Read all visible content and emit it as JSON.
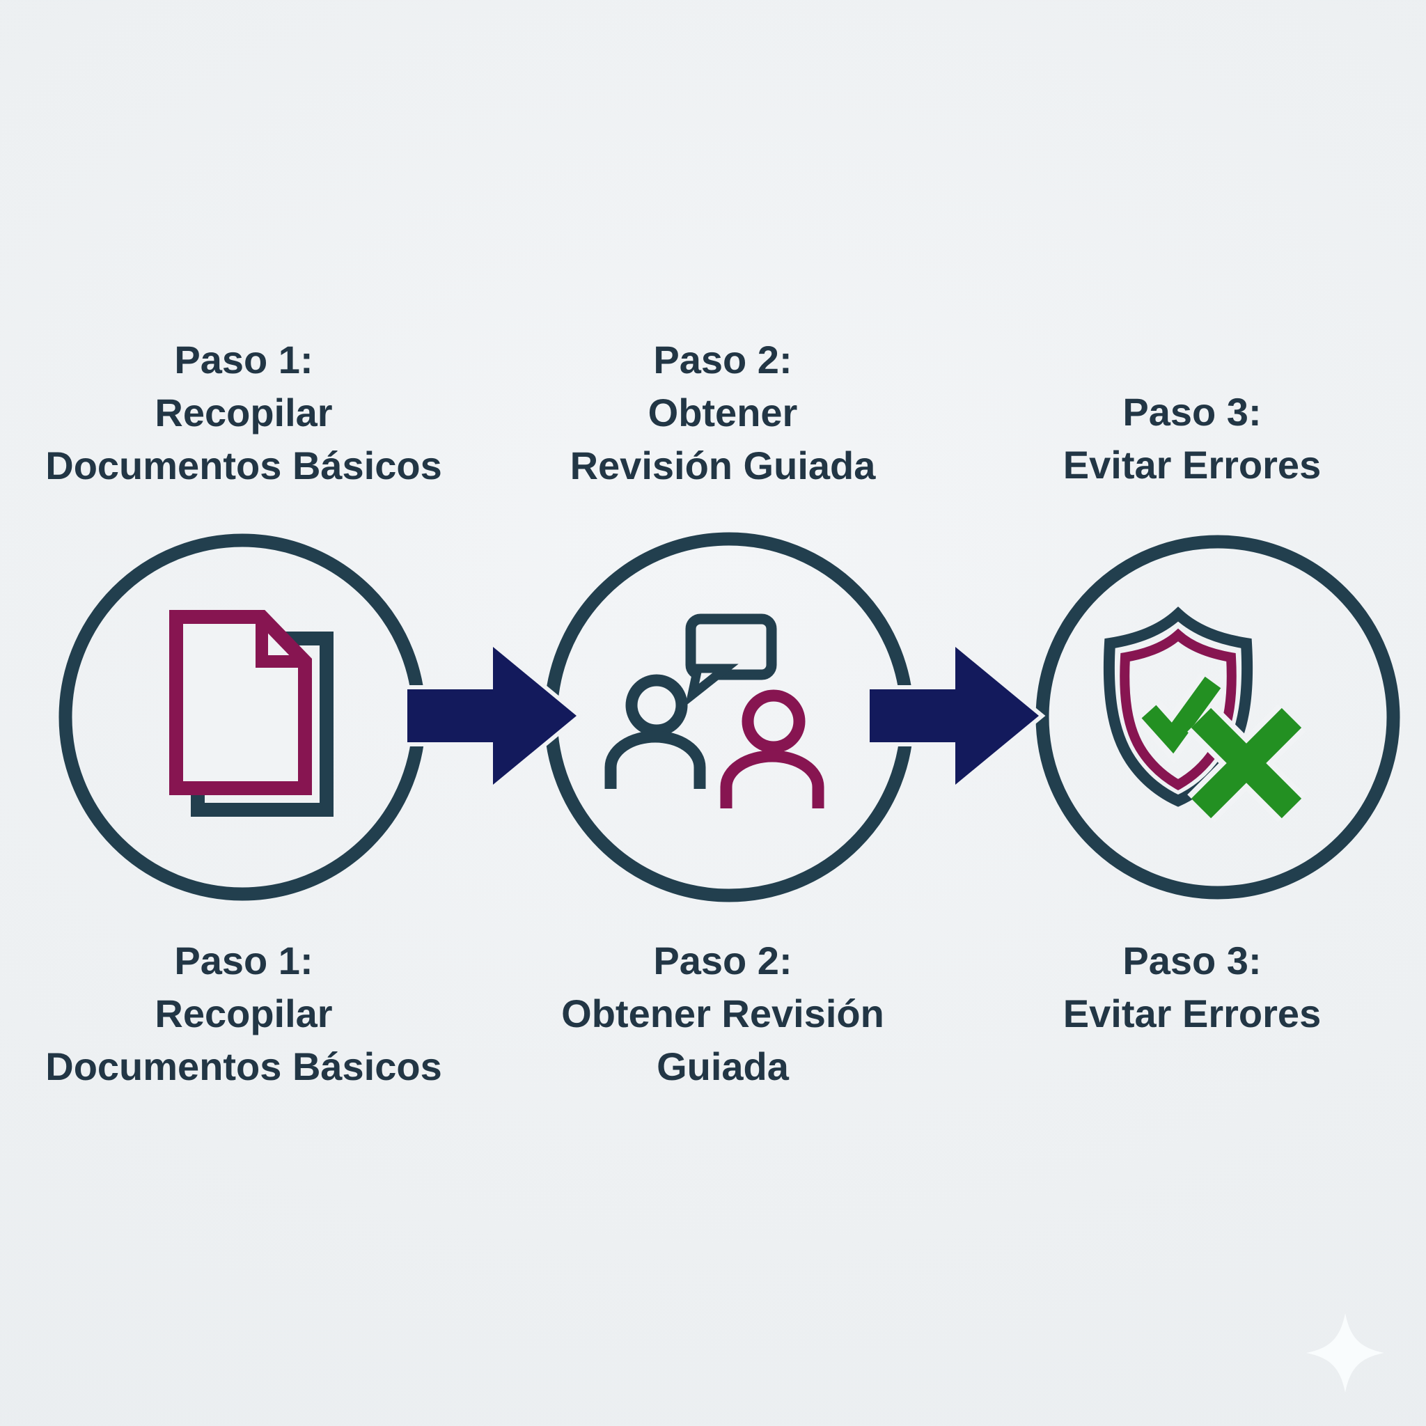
{
  "colors": {
    "background": "#edf0f2",
    "ink": "#223645",
    "slate": "#223f4e",
    "maroon": "#871551",
    "navy": "#131a5c",
    "green": "#239022",
    "halo": "#f1f3f5",
    "sparkle": "#fbfdfe"
  },
  "steps": [
    {
      "step": "1",
      "top_label": "Paso 1:\nRecopilar\nDocumentos Básicos",
      "bottom_label": "Paso 1:\nRecopilar\nDocumentos Básicos",
      "icon": "documents-icon"
    },
    {
      "step": "2",
      "top_label": "Paso 2:\nObtener\nRevisión Guiada",
      "bottom_label": "Paso 2:\nObtener Revisión\nGuiada",
      "icon": "people-conversation-icon"
    },
    {
      "step": "3",
      "top_label": "Paso 3:\nEvitar Errores",
      "bottom_label": "Paso 3:\nEvitar Errores",
      "icon": "shield-check-x-icon"
    }
  ],
  "watermark": {
    "icon": "sparkle-icon"
  }
}
